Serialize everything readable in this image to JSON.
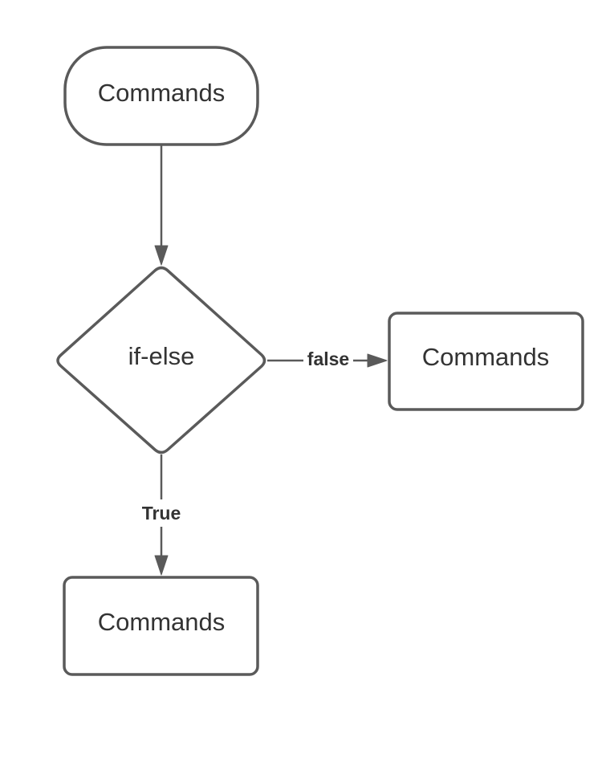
{
  "nodes": {
    "start": {
      "label": "Commands",
      "shape": "rounded-terminal"
    },
    "decision": {
      "label": "if-else",
      "shape": "diamond"
    },
    "false_branch": {
      "label": "Commands",
      "shape": "rounded-rectangle"
    },
    "true_branch": {
      "label": "Commands",
      "shape": "rounded-rectangle"
    }
  },
  "edges": {
    "start_to_decision": {
      "label": ""
    },
    "decision_to_false": {
      "label": "false"
    },
    "decision_to_true": {
      "label": "True"
    }
  },
  "colors": {
    "stroke": "#5a5a5a",
    "text": "#333333",
    "background": "#ffffff"
  }
}
